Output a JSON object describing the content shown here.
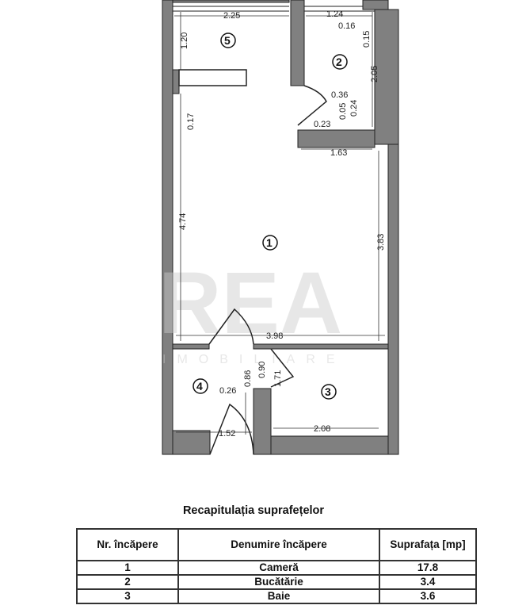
{
  "plan": {
    "rooms": [
      "1",
      "2",
      "3",
      "4",
      "5"
    ],
    "dimensions": {
      "r5_width": "2.25",
      "r5_height": "1.20",
      "r2_width": "1.24",
      "d016": "0.16",
      "d015": "0.15",
      "r2_height": "2.05",
      "d036": "0.36",
      "d005": "0.05",
      "d024": "0.24",
      "d023": "0.23",
      "d163": "1.63",
      "d017": "0.17",
      "r1_height_left": "4.74",
      "r1_height_right": "3.83",
      "r1_width": "3.98",
      "d086": "0.86",
      "d090": "0.90",
      "d171": "1.71",
      "d026": "0.26",
      "r4_width": "1.52",
      "r3_width": "2.08"
    },
    "watermark": {
      "brand": "REA",
      "sub": "IMOBILIARE"
    },
    "colors": {
      "wall": "#808080",
      "line": "#222222"
    }
  },
  "summary": {
    "title": "Recapitulația suprafețelor",
    "headers": [
      "Nr. încăpere",
      "Denumire încăpere",
      "Suprafața [mp]"
    ],
    "rows": [
      [
        "1",
        "Cameră",
        "17.8"
      ],
      [
        "2",
        "Bucătărie",
        "3.4"
      ],
      [
        "3",
        "Baie",
        "3.6"
      ]
    ]
  }
}
